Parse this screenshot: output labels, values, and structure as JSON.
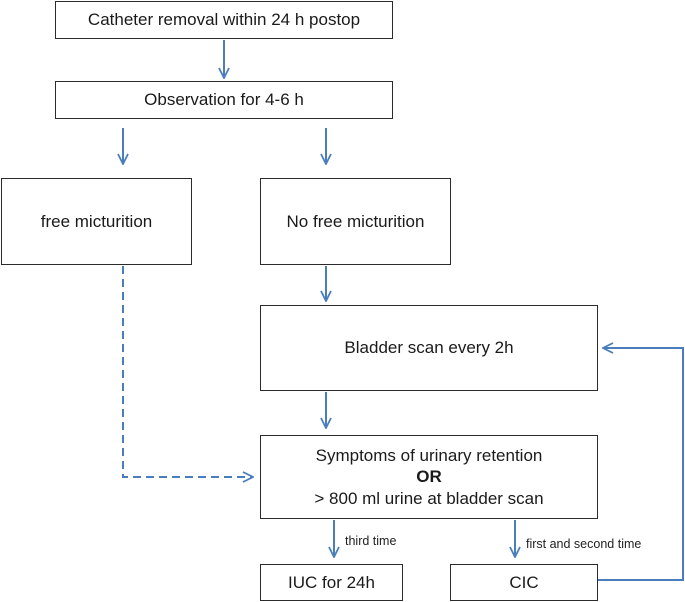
{
  "nodes": {
    "catheter_removal": "Catheter removal within 24 h postop",
    "observation": "Observation for 4-6 h",
    "free_micturition": "free micturition",
    "no_free_micturition": "No free micturition",
    "bladder_scan": "Bladder scan every 2h",
    "retention": {
      "line1": "Symptoms of urinary retention",
      "line2": "OR",
      "line3": "> 800 ml urine at bladder scan"
    },
    "iuc": "IUC for 24h",
    "cic": "CIC"
  },
  "edges": {
    "third_time": "third time",
    "first_second_time": "first and second time"
  },
  "colors": {
    "arrow": "#4a7ebb",
    "box_border": "#2b2b2b"
  }
}
